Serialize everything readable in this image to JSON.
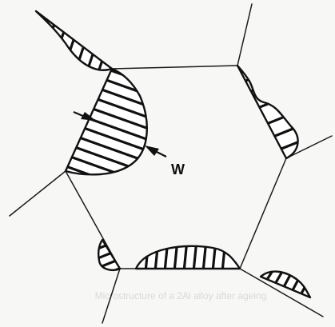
{
  "figure": {
    "zone_width_label": "W",
    "bleed_through_caption": "Microstructure of a 2Al alloy after ageing"
  },
  "zones": [
    {
      "name": "top-left-precipitate-free-zone"
    },
    {
      "name": "left-precipitate-free-zone-w"
    },
    {
      "name": "right-precipitate-free-zone"
    },
    {
      "name": "bottom-left-small-precipitate-free-zone"
    },
    {
      "name": "bottom-center-precipitate-free-zone"
    },
    {
      "name": "bottom-right-precipitate-free-zone"
    }
  ]
}
